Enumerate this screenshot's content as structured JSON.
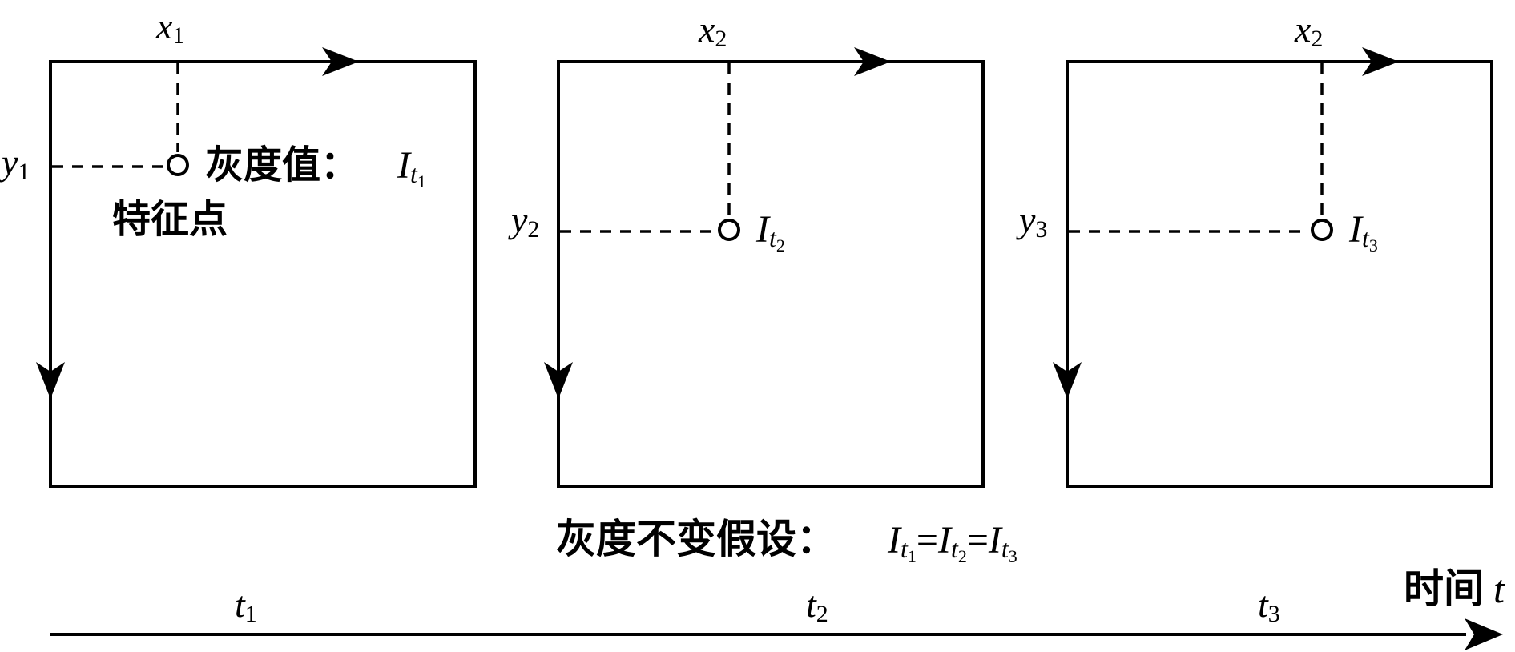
{
  "colors": {
    "stroke": "#000000",
    "background": "#ffffff"
  },
  "frames": [
    {
      "x_label": "x",
      "x_sub": "1",
      "y_label": "y",
      "y_sub": "1",
      "point_caption": "灰度值：",
      "intensity_label": "I",
      "intensity_sub": "t",
      "intensity_subsub": "1",
      "feature_label": "特征点"
    },
    {
      "x_label": "x",
      "x_sub": "2",
      "y_label": "y",
      "y_sub": "2",
      "intensity_label": "I",
      "intensity_sub": "t",
      "intensity_subsub": "2"
    },
    {
      "x_label": "x",
      "x_sub": "2",
      "y_label": "y",
      "y_sub": "3",
      "intensity_label": "I",
      "intensity_sub": "t",
      "intensity_subsub": "3"
    }
  ],
  "assumption": {
    "label": "灰度不变假设：",
    "eq_I": "I",
    "eq_t": "t",
    "sub1": "1",
    "sub2": "2",
    "sub3": "3",
    "eq_sign": "="
  },
  "timeline": {
    "axis_label": "时间",
    "axis_var": "t",
    "ticks": [
      {
        "label": "t",
        "sub": "1"
      },
      {
        "label": "t",
        "sub": "2"
      },
      {
        "label": "t",
        "sub": "3"
      }
    ]
  }
}
